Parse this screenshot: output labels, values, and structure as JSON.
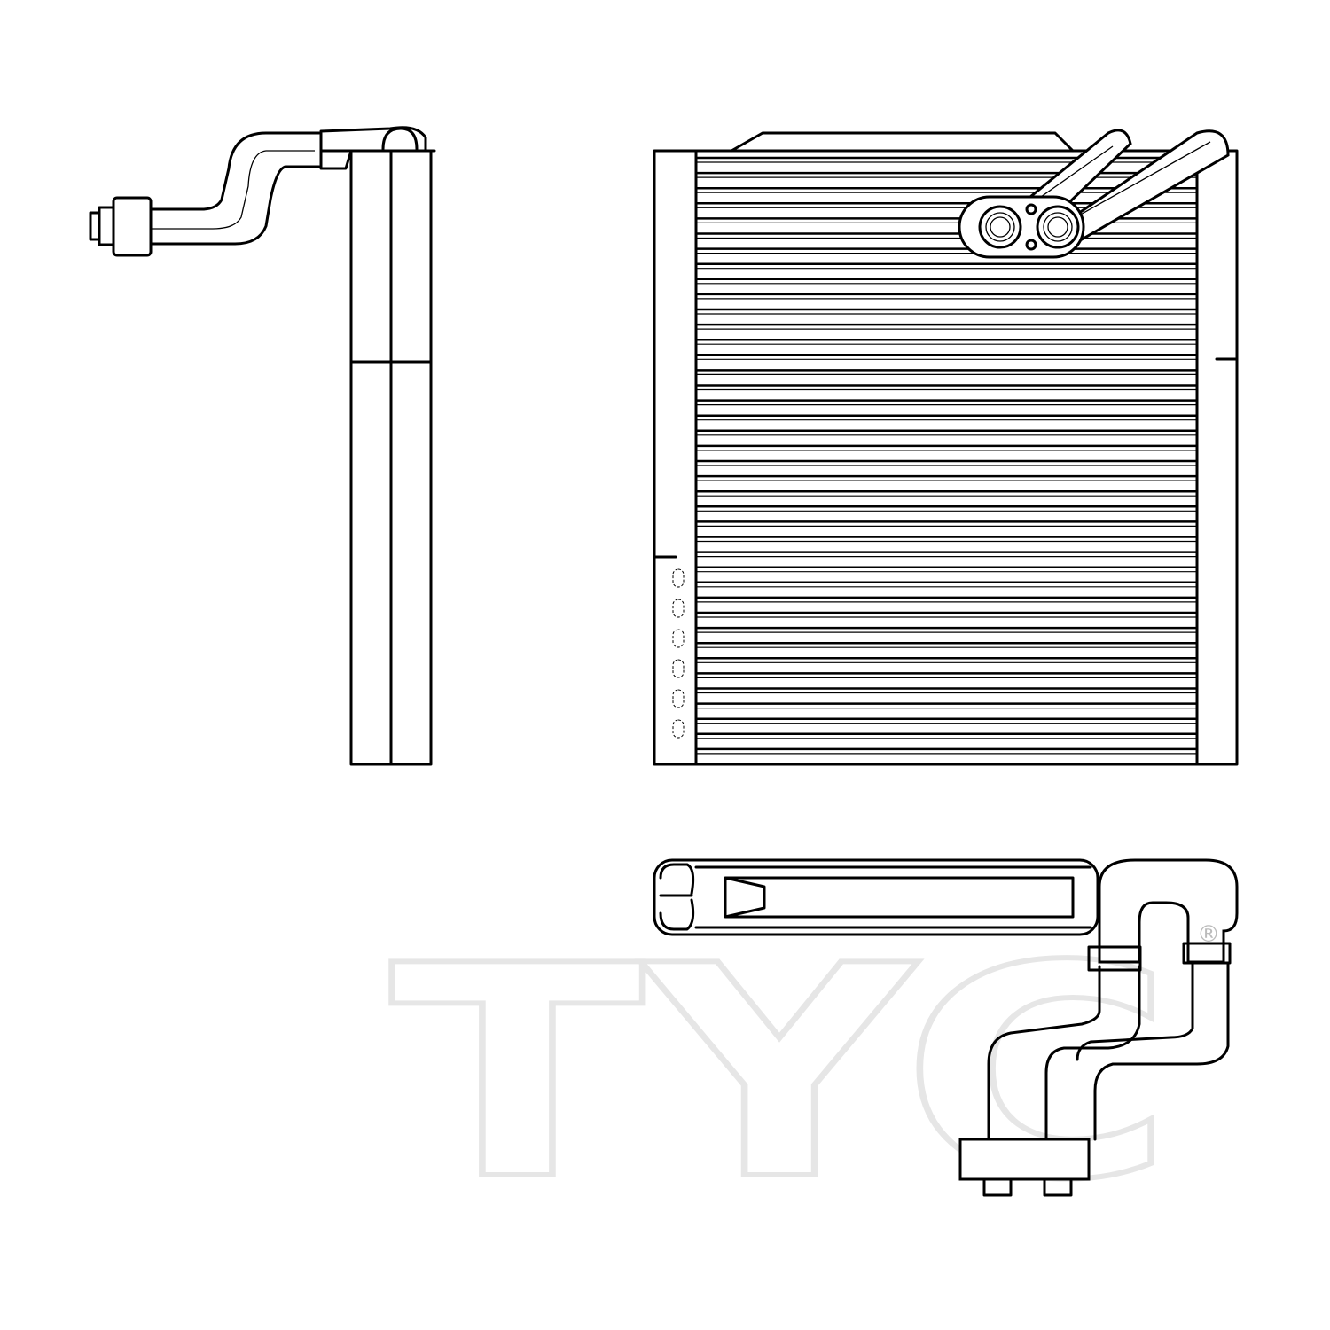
{
  "drawing": {
    "views": [
      "side-view",
      "front-view",
      "top-view"
    ],
    "line_color": "#000000",
    "background": "#ffffff"
  },
  "watermark": {
    "logo_text": "TYC",
    "registered_mark": "®",
    "color": "#e6e6e6"
  }
}
